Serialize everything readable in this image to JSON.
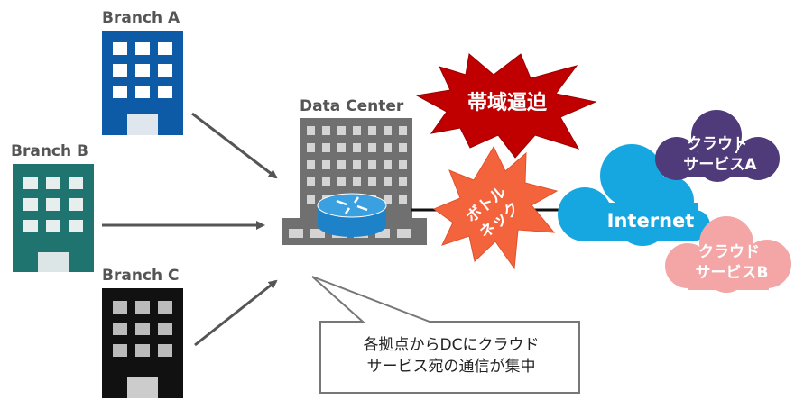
{
  "branches": {
    "a": {
      "label": "Branch A",
      "color": "#0d5aa7"
    },
    "b": {
      "label": "Branch B",
      "color": "#1f7470"
    },
    "c": {
      "label": "Branch C",
      "color": "#111111"
    }
  },
  "datacenter": {
    "label": "Data Center",
    "color": "#707070"
  },
  "bursts": {
    "congestion": {
      "text": "帯域逼迫",
      "color": "#c00000"
    },
    "bottleneck": {
      "line1": "ボトル",
      "line2": "ネック",
      "color": "#f4643c"
    }
  },
  "internet": {
    "label": "Internet",
    "color": "#17a7e0"
  },
  "clouds": {
    "a": {
      "line1": "クラウド",
      "line2": "サービスA",
      "color": "#4f3a7a"
    },
    "b": {
      "line1": "クラウド",
      "line2": "サービスB",
      "color": "#f4a6a6"
    }
  },
  "callout": {
    "line1": "各拠点からDCにクラウド",
    "line2": "サービス宛の通信が集中"
  }
}
